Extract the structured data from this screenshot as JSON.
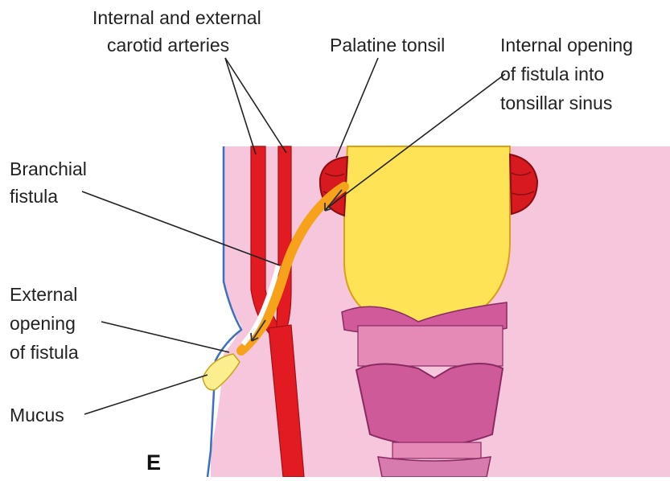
{
  "labels": {
    "carotid_line1": "Internal and external",
    "carotid_line2": "carotid arteries",
    "palatine_tonsil": "Palatine tonsil",
    "internal_opening_line1": "Internal opening",
    "internal_opening_line2": "of fistula into",
    "internal_opening_line3": "tonsillar sinus",
    "branchial_line1": "Branchial",
    "branchial_line2": "fistula",
    "external_line1": "External",
    "external_line2": "opening",
    "external_line3": "of fistula",
    "mucus": "Mucus",
    "panel_letter": "E"
  },
  "colors": {
    "background_tissue": "#f5c6dc",
    "artery": "#e21b22",
    "pharynx": "#fde355",
    "tonsil": "#d71920",
    "fistula": "#f7a21b",
    "skin_line": "#3d6fc4",
    "larynx": "#cf5a9a",
    "mucus": "#fbee8e"
  }
}
